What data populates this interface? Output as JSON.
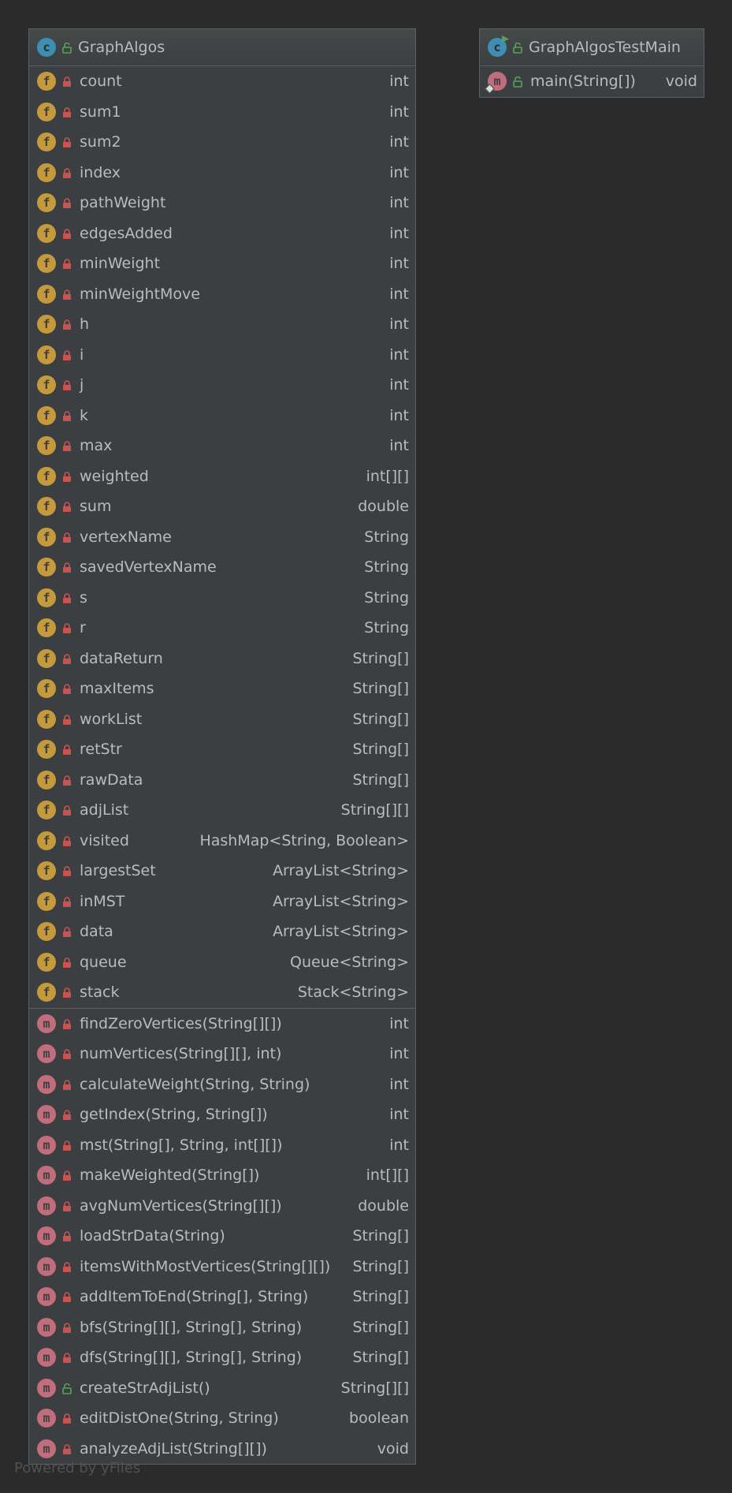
{
  "watermark": "Powered by yFiles",
  "colors": {
    "background": "#2b2b2b",
    "box": "#3c3f41",
    "field_icon": "#c49a3c",
    "method_icon": "#c26d7c",
    "class_icon": "#3d8eb0",
    "private_lock": "#c75450",
    "public_lock": "#5aa05a"
  },
  "graphalgos": {
    "icon_letter": "c",
    "title": "GraphAlgos",
    "fields": [
      {
        "name": "count",
        "type": "int"
      },
      {
        "name": "sum1",
        "type": "int"
      },
      {
        "name": "sum2",
        "type": "int"
      },
      {
        "name": "index",
        "type": "int"
      },
      {
        "name": "pathWeight",
        "type": "int"
      },
      {
        "name": "edgesAdded",
        "type": "int"
      },
      {
        "name": "minWeight",
        "type": "int"
      },
      {
        "name": "minWeightMove",
        "type": "int"
      },
      {
        "name": "h",
        "type": "int"
      },
      {
        "name": "i",
        "type": "int"
      },
      {
        "name": "j",
        "type": "int"
      },
      {
        "name": "k",
        "type": "int"
      },
      {
        "name": "max",
        "type": "int"
      },
      {
        "name": "weighted",
        "type": "int[][]"
      },
      {
        "name": "sum",
        "type": "double"
      },
      {
        "name": "vertexName",
        "type": "String"
      },
      {
        "name": "savedVertexName",
        "type": "String"
      },
      {
        "name": "s",
        "type": "String"
      },
      {
        "name": "r",
        "type": "String"
      },
      {
        "name": "dataReturn",
        "type": "String[]"
      },
      {
        "name": "maxItems",
        "type": "String[]"
      },
      {
        "name": "workList",
        "type": "String[]"
      },
      {
        "name": "retStr",
        "type": "String[]"
      },
      {
        "name": "rawData",
        "type": "String[]"
      },
      {
        "name": "adjList",
        "type": "String[][]"
      },
      {
        "name": "visited",
        "type": "HashMap<String, Boolean>"
      },
      {
        "name": "largestSet",
        "type": "ArrayList<String>"
      },
      {
        "name": "inMST",
        "type": "ArrayList<String>"
      },
      {
        "name": "data",
        "type": "ArrayList<String>"
      },
      {
        "name": "queue",
        "type": "Queue<String>"
      },
      {
        "name": "stack",
        "type": "Stack<String>"
      }
    ],
    "methods": [
      {
        "name": "findZeroVertices(String[][])",
        "type": "int",
        "visibility": "private"
      },
      {
        "name": "numVertices(String[][], int)",
        "type": "int",
        "visibility": "private"
      },
      {
        "name": "calculateWeight(String, String)",
        "type": "int",
        "visibility": "private"
      },
      {
        "name": "getIndex(String, String[])",
        "type": "int",
        "visibility": "private"
      },
      {
        "name": "mst(String[], String, int[][])",
        "type": "int",
        "visibility": "private"
      },
      {
        "name": "makeWeighted(String[])",
        "type": "int[][]",
        "visibility": "private"
      },
      {
        "name": "avgNumVertices(String[][])",
        "type": "double",
        "visibility": "private"
      },
      {
        "name": "loadStrData(String)",
        "type": "String[]",
        "visibility": "private"
      },
      {
        "name": "itemsWithMostVertices(String[][])",
        "type": "String[]",
        "visibility": "private"
      },
      {
        "name": "addItemToEnd(String[], String)",
        "type": "String[]",
        "visibility": "private"
      },
      {
        "name": "bfs(String[][], String[], String)",
        "type": "String[]",
        "visibility": "private"
      },
      {
        "name": "dfs(String[][], String[], String)",
        "type": "String[]",
        "visibility": "private"
      },
      {
        "name": "createStrAdjList()",
        "type": "String[][]",
        "visibility": "public"
      },
      {
        "name": "editDistOne(String, String)",
        "type": "boolean",
        "visibility": "private"
      },
      {
        "name": "analyzeAdjList(String[][])",
        "type": "void",
        "visibility": "private"
      }
    ]
  },
  "testmain": {
    "icon_letter": "c",
    "title": "GraphAlgosTestMain",
    "methods": [
      {
        "name": "main(String[])",
        "type": "void",
        "visibility": "public",
        "static": true
      }
    ]
  },
  "icons": {
    "field": "f",
    "method": "m",
    "private": "lock-icon",
    "public": "unlock-icon"
  }
}
